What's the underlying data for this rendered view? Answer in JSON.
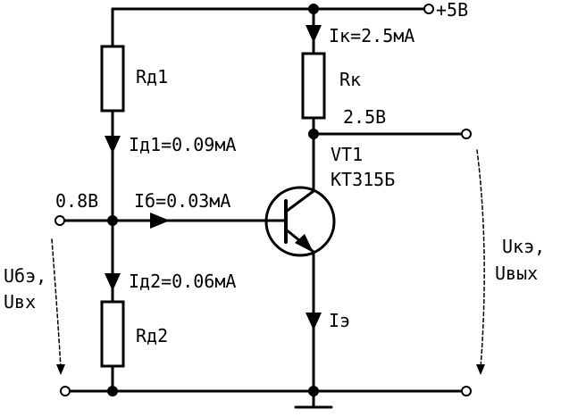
{
  "labels": {
    "supply": "+5В",
    "rd1": "Rд1",
    "rk": "Rк",
    "rd2": "Rд2",
    "ik": "Iк=2.5мА",
    "vc": "2.5В",
    "id1": "Iд1=0.09мА",
    "vt_name": "VT1",
    "vt_type": "КТ315Б",
    "vb": "0.8В",
    "ib": "Iб=0.03мА",
    "id2": "Iд2=0.06мА",
    "ie": "Iэ",
    "ube": "Uбэ,",
    "uin": "Uвх",
    "uce": "Uкэ,",
    "uout": "Uвых"
  },
  "colors": {
    "line": "#000000",
    "background": "#ffffff"
  }
}
